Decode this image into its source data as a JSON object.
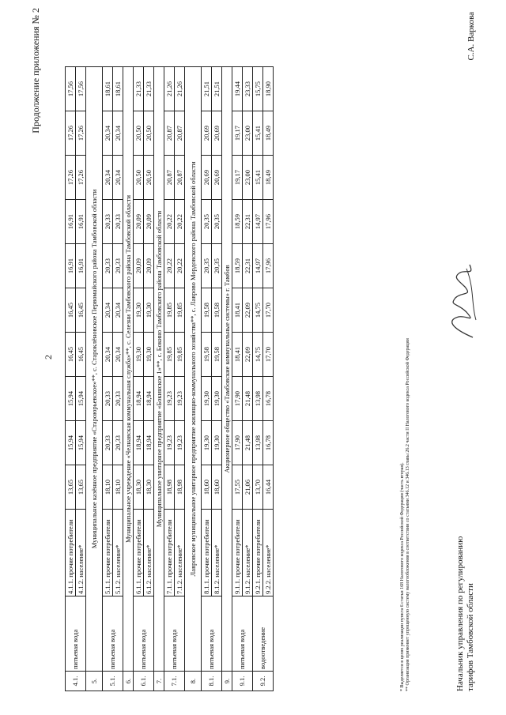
{
  "header": {
    "page_number": "2",
    "continuation": "Продолжение приложения № 2"
  },
  "table": {
    "sections": [
      {
        "num": "",
        "title": "",
        "services": [
          {
            "num": "4.1.",
            "service": "питьевая вода",
            "rows": [
              {
                "label": "4.1.1. прочие потребители",
                "values": [
                  "13,65",
                  "15,94",
                  "15,94",
                  "16,45",
                  "16,45",
                  "16,91",
                  "16,91",
                  "17,26",
                  "17,26",
                  "17,56"
                ]
              },
              {
                "label": "4.1.2. население*",
                "values": [
                  "13,65",
                  "15,94",
                  "15,94",
                  "16,45",
                  "16,45",
                  "16,91",
                  "16,91",
                  "17,26",
                  "17,26",
                  "17,56"
                ]
              }
            ]
          }
        ]
      },
      {
        "num": "5.",
        "title": "Муниципальное казённое предприятие «Староюрьевское»**, с. Староклёновское Первомайского района Тамбовской области",
        "services": [
          {
            "num": "5.1.",
            "service": "питьевая вода",
            "rows": [
              {
                "label": "5.1.1. прочие потребители",
                "values": [
                  "18,10",
                  "20,33",
                  "20,33",
                  "20,34",
                  "20,34",
                  "20,33",
                  "20,33",
                  "20,34",
                  "20,34",
                  "18,61"
                ]
              },
              {
                "label": "5.1.2. население*",
                "values": [
                  "18,10",
                  "20,33",
                  "20,33",
                  "20,34",
                  "20,34",
                  "20,33",
                  "20,33",
                  "20,34",
                  "20,34",
                  "18,61"
                ]
              }
            ]
          }
        ]
      },
      {
        "num": "6.",
        "title": "Муниципальное учреждение «Челнавская коммунальная служба»**, с. Селезни Тамбовского района Тамбовской области",
        "services": [
          {
            "num": "6.1.",
            "service": "питьевая вода",
            "rows": [
              {
                "label": "6.1.1. прочие потребители",
                "values": [
                  "18,30",
                  "18,94",
                  "18,94",
                  "19,30",
                  "19,30",
                  "20,09",
                  "20,09",
                  "20,50",
                  "20,50",
                  "21,33"
                ]
              },
              {
                "label": "6.1.2. население*",
                "values": [
                  "18,30",
                  "18,94",
                  "18,94",
                  "19,30",
                  "19,30",
                  "20,09",
                  "20,09",
                  "20,50",
                  "20,50",
                  "21,33"
                ]
              }
            ]
          }
        ]
      },
      {
        "num": "7.",
        "title": "Муниципальное унитарное предприятие «Бокинское 1»**, с. Бокино Тамбовского района Тамбовской области",
        "services": [
          {
            "num": "7.1.",
            "service": "питьевая вода",
            "rows": [
              {
                "label": "7.1.1. прочие потребители",
                "values": [
                  "18,98",
                  "19,23",
                  "19,23",
                  "19,85",
                  "19,85",
                  "20,22",
                  "20,22",
                  "20,87",
                  "20,87",
                  "21,26"
                ]
              },
              {
                "label": "7.1.2. население*",
                "values": [
                  "18,98",
                  "19,23",
                  "19,23",
                  "19,85",
                  "19,85",
                  "20,22",
                  "20,22",
                  "20,87",
                  "20,87",
                  "21,26"
                ]
              }
            ]
          }
        ]
      },
      {
        "num": "8.",
        "title": "Лавровское муниципальное унитарное предприятие жилищно-коммунального хозяйства**, с. Лаврово Мордовского района Тамбовской области",
        "services": [
          {
            "num": "8.1.",
            "service": "питьевая вода",
            "rows": [
              {
                "label": "8.1.1. прочие потребители",
                "values": [
                  "18,60",
                  "19,30",
                  "19,30",
                  "19,58",
                  "19,58",
                  "20,35",
                  "20,35",
                  "20,69",
                  "20,69",
                  "21,51"
                ]
              },
              {
                "label": "8.1.2. население*",
                "values": [
                  "18,60",
                  "19,30",
                  "19,30",
                  "19,58",
                  "19,58",
                  "20,35",
                  "20,35",
                  "20,69",
                  "20,69",
                  "21,51"
                ]
              }
            ]
          }
        ]
      },
      {
        "num": "9.",
        "title": "Акционерное общество «Тамбовские коммунальные системы» г. Тамбов",
        "services": [
          {
            "num": "9.1.",
            "service": "питьевая вода",
            "rows": [
              {
                "label": "9.1.1. прочие потребители",
                "values": [
                  "17,55",
                  "17,90",
                  "17,90",
                  "18,41",
                  "18,41",
                  "18,59",
                  "18,59",
                  "19,17",
                  "19,17",
                  "19,44"
                ]
              },
              {
                "label": "9.1.2. население*",
                "values": [
                  "21,06",
                  "21,48",
                  "21,48",
                  "22,09",
                  "22,09",
                  "22,31",
                  "22,31",
                  "23,00",
                  "23,00",
                  "23,33"
                ]
              }
            ]
          },
          {
            "num": "9.2.",
            "service": "водоотведение",
            "rows": [
              {
                "label": "9.2.1. прочие потребители",
                "values": [
                  "13,70",
                  "13,98",
                  "13,98",
                  "14,75",
                  "14,75",
                  "14,97",
                  "14,97",
                  "15,41",
                  "15,41",
                  "15,75"
                ]
              },
              {
                "label": "9.2.2. население*",
                "values": [
                  "16,44",
                  "16,78",
                  "16,78",
                  "17,70",
                  "17,70",
                  "17,96",
                  "17,96",
                  "18,49",
                  "18,49",
                  "18,90"
                ]
              }
            ]
          }
        ]
      }
    ]
  },
  "footnotes": [
    "* Выделяется в целях реализации пункта 6 статьи 168 Налогового кодекса Российской Федерации (часть вторая).",
    "** Организация применяет упрощенную систему налогообложения в соответствии со статьями 346.12 и 346.13 главы 26.2 части II Налогового кодекса Российской Федерации"
  ],
  "signature": {
    "title_line1": "Начальник управления по регулированию",
    "title_line2": "тарифов Тамбовской области",
    "name": "С.А. Варкова"
  }
}
